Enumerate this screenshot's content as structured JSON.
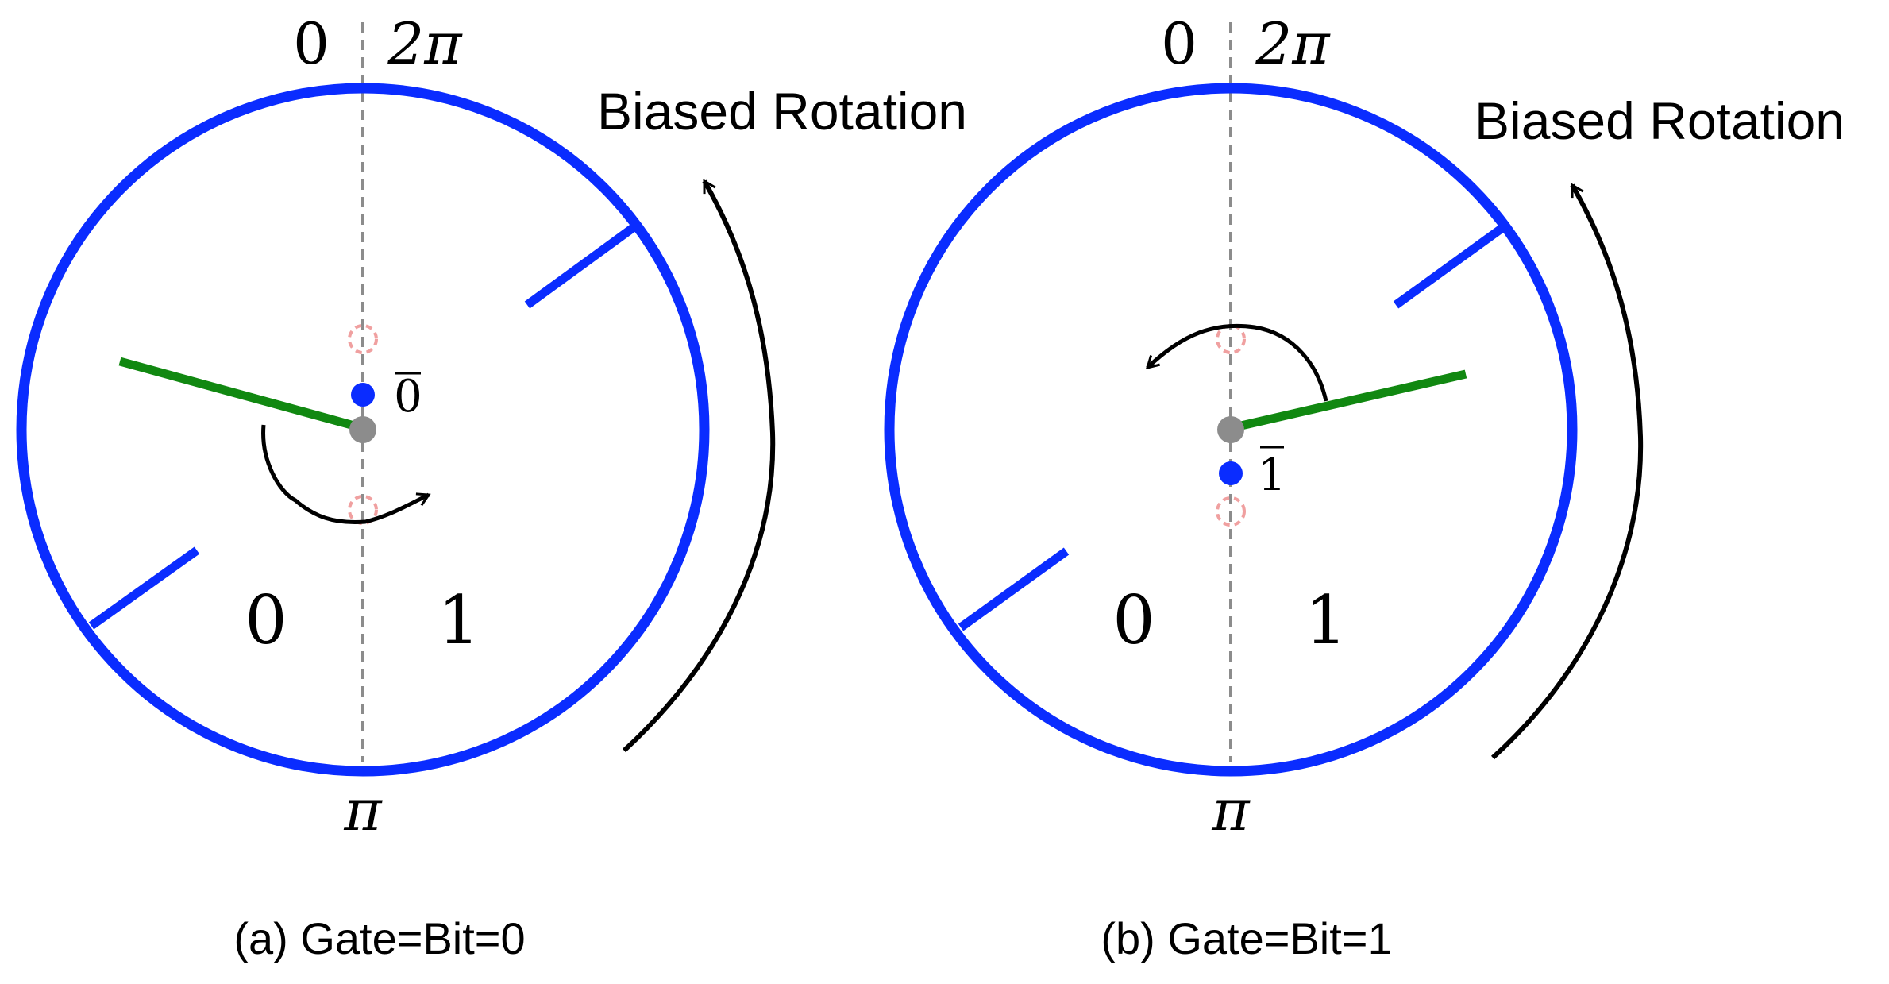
{
  "colors": {
    "ring": "#0a2cff",
    "needle": "#118811",
    "center": "#8c8c8c",
    "target_dot": "#0a2cff",
    "ghost_marker": "#f0a0a0",
    "axis": "#8c8c8c",
    "arrow": "#000000"
  },
  "panels": [
    {
      "top_left_label": "0",
      "top_right_label": "2π",
      "bottom_label": "π",
      "rotation_label": "Biased Rotation",
      "region_left_label": "0",
      "region_right_label": "1",
      "target_label": "0",
      "target_overbar": true,
      "caption": "(a) Gate=Bit=0"
    },
    {
      "top_left_label": "0",
      "top_right_label": "2π",
      "bottom_label": "π",
      "rotation_label": "Biased Rotation",
      "region_left_label": "0",
      "region_right_label": "1",
      "target_label": "1",
      "target_overbar": true,
      "caption": "(b) Gate=Bit=1"
    }
  ]
}
